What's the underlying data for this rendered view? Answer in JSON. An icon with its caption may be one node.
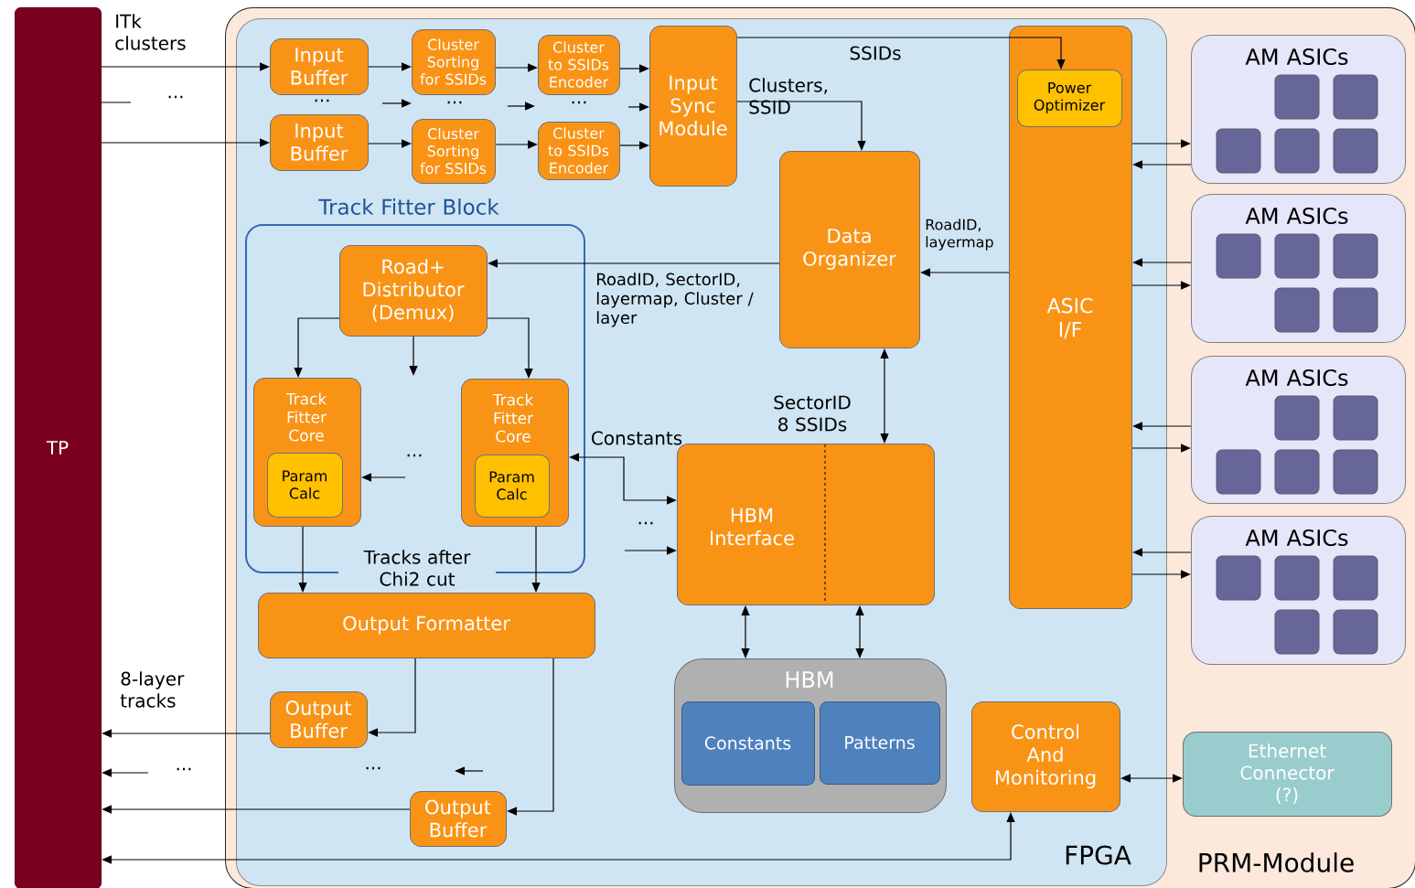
{
  "diagram": {
    "nodes": [
      {
        "text": [
          "TP"
        ]
      },
      {
        "text": [
          "PRM-Module"
        ]
      },
      {
        "text": [
          "FPGA"
        ],
        "in": 1
      },
      {
        "text": [
          "Input Buffer"
        ],
        "in": 2
      },
      {
        "text": [
          "Cluster Sorting for SSIDs"
        ],
        "in": 2
      },
      {
        "text": [
          "Cluster to SSIDs Encoder"
        ],
        "in": 2
      },
      {
        "text": [
          "Input Buffer"
        ],
        "in": 2
      },
      {
        "text": [
          "Cluster Sorting for SSIDs"
        ],
        "in": 2
      },
      {
        "text": [
          "Cluster to SSIDs Encoder"
        ],
        "in": 2
      },
      {
        "text": [
          "Input Sync Module"
        ],
        "in": 2
      },
      {
        "text": [
          "ASIC I/F"
        ],
        "in": 2
      },
      {
        "text": [
          "Power Optimizer"
        ],
        "in": 10
      },
      {
        "text": [
          "Data Organizer"
        ],
        "in": 2
      },
      {
        "text": [
          "Track Fitter Block"
        ],
        "in": 2
      },
      {
        "text": [
          "Road+ Distributor (Demux)"
        ],
        "in": 13
      },
      {
        "text": [
          "Track Fitter Core"
        ],
        "in": 13
      },
      {
        "text": [
          "Param Calc"
        ],
        "in": 15
      },
      {
        "text": [
          "Track Fitter Core"
        ],
        "in": 13
      },
      {
        "text": [
          "Param Calc"
        ],
        "in": 17
      },
      {
        "text": [
          "HBM Interface"
        ],
        "in": 2
      },
      {
        "text": [
          "Output Formatter"
        ],
        "in": 2
      },
      {
        "text": [
          "Output Buffer"
        ],
        "in": 2
      },
      {
        "text": [
          "Output Buffer"
        ],
        "in": 2
      },
      {
        "text": [
          "HBM"
        ],
        "in": 2
      },
      {
        "text": [
          "Constants"
        ],
        "in": 23
      },
      {
        "text": [
          "Patterns"
        ],
        "in": 23
      },
      {
        "text": [
          "Control And Monitoring"
        ],
        "in": 2
      },
      {
        "text": [
          "AM ASICs"
        ],
        "in": 1
      },
      {
        "text": [
          "AM ASICs"
        ],
        "in": 1
      },
      {
        "text": [
          "AM ASICs"
        ],
        "in": 1
      },
      {
        "text": [
          "AM ASICs"
        ],
        "in": 1
      },
      {
        "text": [
          "Ethernet Connector (?)"
        ],
        "in": 1
      }
    ],
    "edges": [
      {
        "from": 0,
        "to": 3,
        "arrow": "to"
      },
      {
        "from": 0,
        "to": 6,
        "arrow": "to"
      },
      {
        "from": 0,
        "to": null,
        "arrow": "none"
      },
      {
        "from": 3,
        "to": 4,
        "arrow": "to"
      },
      {
        "from": 4,
        "to": 5,
        "arrow": "to"
      },
      {
        "from": 5,
        "to": 9,
        "arrow": "to"
      },
      {
        "from": 6,
        "to": 7,
        "arrow": "to"
      },
      {
        "from": 7,
        "to": 8,
        "arrow": "to"
      },
      {
        "from": 8,
        "to": 9,
        "arrow": "to"
      },
      {
        "from": null,
        "to": 9,
        "arrow": "to"
      },
      {
        "from": 9,
        "to": 11,
        "arrow": "to",
        "label": "SSIDs"
      },
      {
        "from": 9,
        "to": 12,
        "arrow": "to",
        "label": "Clusters, SSID"
      },
      {
        "from": 10,
        "to": 12,
        "arrow": "to",
        "label": "RoadID, layermap"
      },
      {
        "from": 12,
        "to": 14,
        "arrow": "to",
        "label": "RoadID, SectorID, layermap, Cluster / layer"
      },
      {
        "from": 14,
        "to": 15,
        "arrow": "to"
      },
      {
        "from": 14,
        "to": 17,
        "arrow": "to"
      },
      {
        "from": 14,
        "to": null,
        "arrow": "to"
      },
      {
        "from": null,
        "to": 15,
        "arrow": "to"
      },
      {
        "from": 17,
        "to": 19,
        "arrow": "both",
        "label": "Constants"
      },
      {
        "from": null,
        "to": 19,
        "arrow": "to"
      },
      {
        "from": 19,
        "to": 12,
        "arrow": "both",
        "label": "SectorID 8 SSIDs"
      },
      {
        "from": 15,
        "to": 20,
        "arrow": "to"
      },
      {
        "from": 17,
        "to": 20,
        "arrow": "to"
      },
      {
        "from": 20,
        "to": 21,
        "arrow": "to"
      },
      {
        "from": 20,
        "to": 22,
        "arrow": "to"
      },
      {
        "from": 21,
        "to": 0,
        "arrow": "to",
        "label": "8-layer tracks"
      },
      {
        "from": 22,
        "to": 0,
        "arrow": "to"
      },
      {
        "from": null,
        "to": 0,
        "arrow": "to"
      },
      {
        "from": 26,
        "to": 0,
        "arrow": "both"
      },
      {
        "from": 26,
        "to": 31,
        "arrow": "both"
      },
      {
        "from": 19,
        "to": 23,
        "arrow": "both"
      },
      {
        "from": 19,
        "to": 23,
        "arrow": "both"
      },
      {
        "from": 10,
        "to": 27,
        "arrow": "to"
      },
      {
        "from": 27,
        "to": 10,
        "arrow": "to"
      },
      {
        "from": 28,
        "to": 10,
        "arrow": "to"
      },
      {
        "from": 10,
        "to": 28,
        "arrow": "to"
      },
      {
        "from": 29,
        "to": 10,
        "arrow": "to"
      },
      {
        "from": 10,
        "to": 29,
        "arrow": "to"
      },
      {
        "from": 30,
        "to": 10,
        "arrow": "to"
      },
      {
        "from": 10,
        "to": 30,
        "arrow": "to"
      }
    ],
    "labels": [
      "ITk clusters",
      "...",
      "...",
      "...",
      "...",
      "...",
      "...",
      "Tracks after Chi2 cut",
      "...",
      "..."
    ]
  }
}
